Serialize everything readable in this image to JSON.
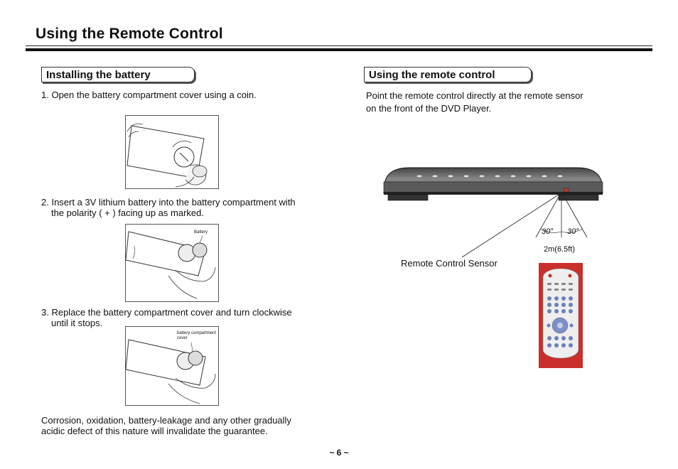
{
  "page": {
    "title": "Using the Remote Control",
    "page_number": "~ 6 ~"
  },
  "left": {
    "heading": "Installing the battery",
    "step1": "1. Open the battery compartment cover using a coin.",
    "step2_line1": "2. Insert a 3V lithium battery into the battery compartment with",
    "step2_line2": "the polarity ( + ) facing up as marked.",
    "step3_line1": "3. Replace the battery compartment cover and turn clockwise",
    "step3_line2": "until it stops.",
    "illus2_label": "Battery",
    "illus3_label_line1": "battery compartment",
    "illus3_label_line2": "cover",
    "warning_line1": "Corrosion, oxidation, battery-leakage and any other gradually",
    "warning_line2": "acidic defect of this nature will invalidate the guarantee."
  },
  "right": {
    "heading": "Using the remote control",
    "intro_line1": "Point the remote control directly at the remote sensor",
    "intro_line2": "on the front of the DVD Player.",
    "angle_left": "30°",
    "angle_right": "30°",
    "distance": "2m(6.5ft)",
    "sensor_label": "Remote Control Sensor"
  }
}
